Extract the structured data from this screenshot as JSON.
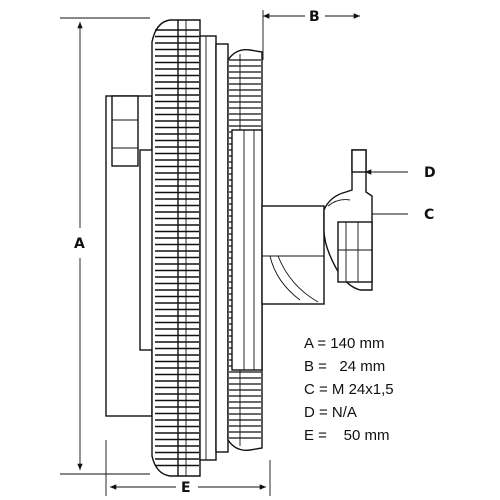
{
  "dimensions": {
    "a": "A",
    "b": "B",
    "c": "C",
    "d": "D",
    "e": "E"
  },
  "specs": [
    "A = 140 mm",
    "B =   24 mm",
    "C = M 24x1,5",
    "D = N/A",
    "E =    50 mm"
  ],
  "colors": {
    "ink": "#111111",
    "background": "#ffffff"
  }
}
